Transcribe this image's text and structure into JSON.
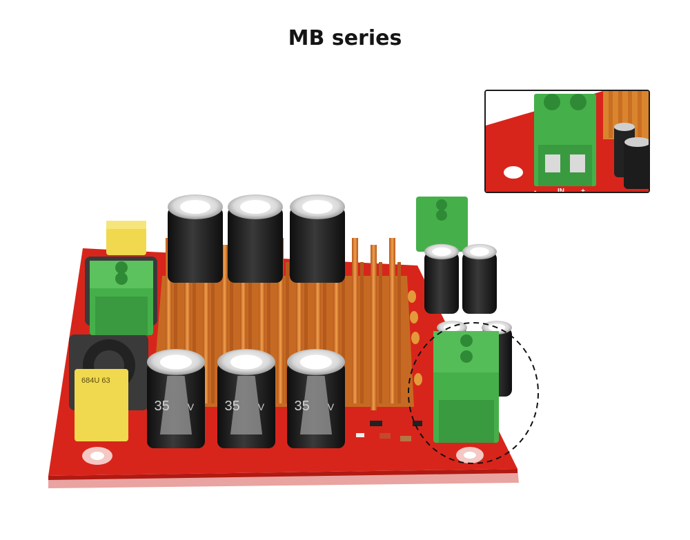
{
  "title": "MB series",
  "colors": {
    "pcb": "#d8251b",
    "heatsink": "#e08a2e",
    "terminal": "#45b04a",
    "capacitor": "#1c1c1c",
    "yellow_cap": "#f0d94e"
  },
  "labels": {
    "small_cap_code": "684U 63",
    "cap_voltage": "35",
    "cap_unit": "V",
    "input_plus": "+",
    "input_label": "IN",
    "input_minus": "-"
  },
  "callout": {
    "shape": "dashed-circle",
    "target": "input-terminal"
  }
}
